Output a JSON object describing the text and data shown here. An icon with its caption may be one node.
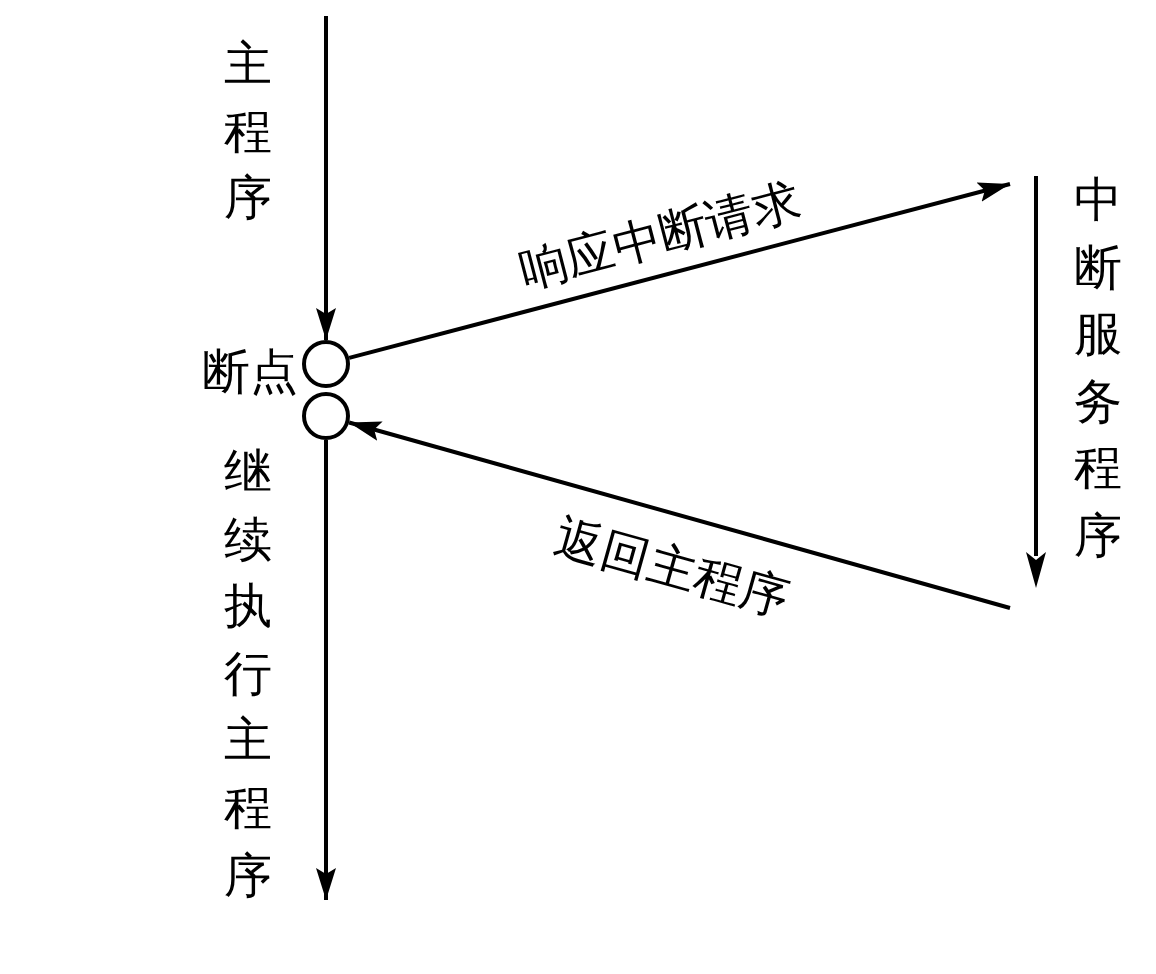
{
  "diagram": {
    "nodes": [
      {
        "text": [],
        "shape": "circle",
        "beside": [
          "断点"
        ]
      },
      {
        "text": [],
        "shape": "circle"
      },
      {
        "text": [
          "中断服务程序"
        ]
      }
    ],
    "edges": [
      {
        "from": null,
        "to": 0,
        "arrow": "to",
        "label": "主程序"
      },
      {
        "from": 0,
        "to": 2,
        "arrow": "to",
        "label": "响应中断请求"
      },
      {
        "from": 2,
        "to": 1,
        "arrow": "to",
        "label": "返回主程序"
      },
      {
        "from": 1,
        "to": null,
        "arrow": "to",
        "label": "继续执行主程序"
      }
    ]
  }
}
